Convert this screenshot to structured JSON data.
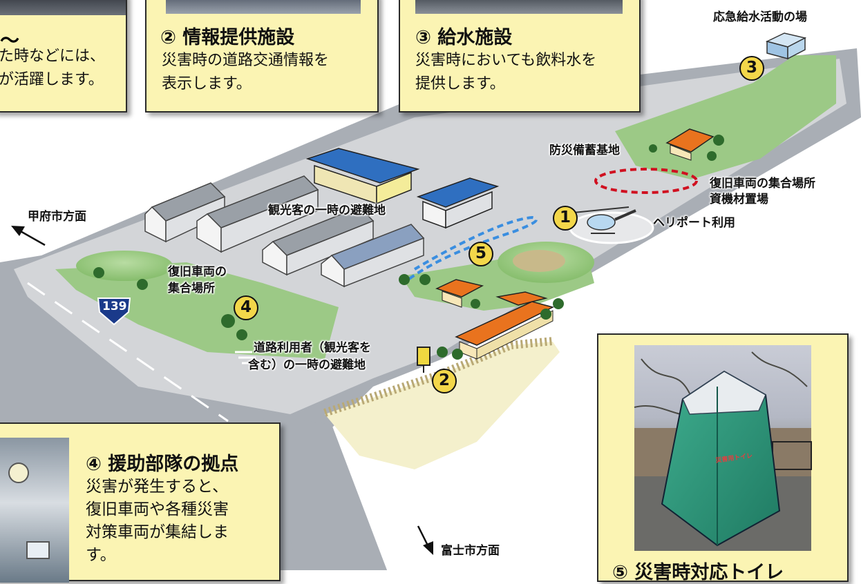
{
  "boxes": {
    "box_left": {
      "line1": "た時などには、",
      "line2": "が活躍します。"
    },
    "box_info": {
      "title": "② 情報提供施設",
      "line1": "災害時の道路交通情報を",
      "line2": "表示します。"
    },
    "box_water": {
      "title": "③ 給水施設",
      "line1": "災害時においても飲料水を",
      "line2": "提供します。"
    },
    "box_support": {
      "title": "④ 援助部隊の拠点",
      "line1": "災害が発生すると、",
      "line2": "復旧車両や各種災害",
      "line3": "対策車両が集結しま",
      "line4": "す。"
    },
    "box_toilet": {
      "title": "⑤ 災害時対応トイレ",
      "tent_text": "災害用トイレ"
    }
  },
  "labels": {
    "water_activity": "応急給水活動の場",
    "stockpile": "防災備蓄基地",
    "gather_line1": "復旧車両の集合場所",
    "gather_line2": "資機材置場",
    "heliport": "ヘリポート利用",
    "kofu": "甲府市方面",
    "fuji": "富士市方面",
    "tourist_shelter": "観光客の一時の避難地",
    "assembly_line1": "復旧車両の",
    "assembly_line2": "集合場所",
    "road_user_line1": "道路利用者（観光客を",
    "road_user_line2": "含む）の一時の避難地",
    "route_number": "139"
  },
  "markers": [
    "1",
    "2",
    "3",
    "4",
    "5"
  ],
  "colors": {
    "box_fill": "#fbf4b3",
    "marker_fill": "#f3d74a",
    "road": "#a9aeb5",
    "lot": "#d3d5d8",
    "grass": "#9cc986",
    "roof_blue": "#2f6fc0",
    "roof_orange": "#e9731e",
    "dash_red": "#d01020",
    "dash_blue": "#3a8ee0",
    "route_sign": "#1a3a8a"
  }
}
